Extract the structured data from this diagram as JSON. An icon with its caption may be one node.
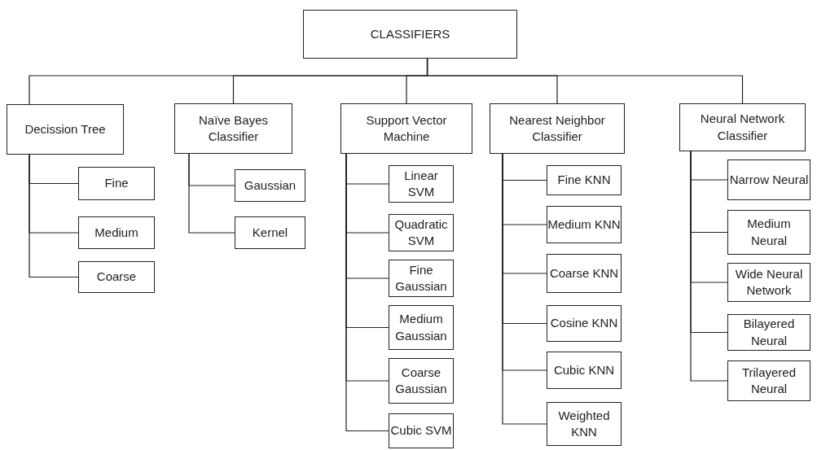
{
  "diagram": {
    "nodes": [
      {
        "text": [
          "CLASSIFIERS"
        ]
      },
      {
        "text": [
          "Decission Tree"
        ]
      },
      {
        "text": [
          "Naïve Bayes Classifier"
        ]
      },
      {
        "text": [
          "Support Vector Machine"
        ]
      },
      {
        "text": [
          "Nearest Neighbor Classifier"
        ]
      },
      {
        "text": [
          "Neural Network Classifier"
        ]
      },
      {
        "text": [
          "Fine"
        ]
      },
      {
        "text": [
          "Medium"
        ]
      },
      {
        "text": [
          "Coarse"
        ]
      },
      {
        "text": [
          "Gaussian"
        ]
      },
      {
        "text": [
          "Kernel"
        ]
      },
      {
        "text": [
          "Linear SVM"
        ]
      },
      {
        "text": [
          "Quadratic SVM"
        ]
      },
      {
        "text": [
          "Fine Gaussian"
        ]
      },
      {
        "text": [
          "Medium Gaussian"
        ]
      },
      {
        "text": [
          "Coarse Gaussian"
        ]
      },
      {
        "text": [
          "Cubic SVM"
        ]
      },
      {
        "text": [
          "Fine KNN"
        ]
      },
      {
        "text": [
          "Medium KNN"
        ]
      },
      {
        "text": [
          "Coarse KNN"
        ]
      },
      {
        "text": [
          "Cosine KNN"
        ]
      },
      {
        "text": [
          "Cubic KNN"
        ]
      },
      {
        "text": [
          "Weighted KNN"
        ]
      },
      {
        "text": [
          "Narrow Neural"
        ]
      },
      {
        "text": [
          "Medium Neural"
        ]
      },
      {
        "text": [
          "Wide Neural Network"
        ]
      },
      {
        "text": [
          "Bilayered Neural"
        ]
      },
      {
        "text": [
          "Trilayered Neural"
        ]
      }
    ],
    "edges": [
      {
        "from": 0,
        "to": 1,
        "arrow": "none"
      },
      {
        "from": 0,
        "to": 2,
        "arrow": "none"
      },
      {
        "from": 0,
        "to": 3,
        "arrow": "none"
      },
      {
        "from": 0,
        "to": 4,
        "arrow": "none"
      },
      {
        "from": 0,
        "to": 5,
        "arrow": "none"
      },
      {
        "from": 1,
        "to": 6,
        "arrow": "none"
      },
      {
        "from": 1,
        "to": 7,
        "arrow": "none"
      },
      {
        "from": 1,
        "to": 8,
        "arrow": "none"
      },
      {
        "from": 2,
        "to": 9,
        "arrow": "none"
      },
      {
        "from": 2,
        "to": 10,
        "arrow": "none"
      },
      {
        "from": 3,
        "to": 11,
        "arrow": "none"
      },
      {
        "from": 3,
        "to": 12,
        "arrow": "none"
      },
      {
        "from": 3,
        "to": 13,
        "arrow": "none"
      },
      {
        "from": 3,
        "to": 14,
        "arrow": "none"
      },
      {
        "from": 3,
        "to": 15,
        "arrow": "none"
      },
      {
        "from": 3,
        "to": 16,
        "arrow": "none"
      },
      {
        "from": 4,
        "to": 17,
        "arrow": "none"
      },
      {
        "from": 4,
        "to": 18,
        "arrow": "none"
      },
      {
        "from": 4,
        "to": 19,
        "arrow": "none"
      },
      {
        "from": 4,
        "to": 20,
        "arrow": "none"
      },
      {
        "from": 4,
        "to": 21,
        "arrow": "none"
      },
      {
        "from": 4,
        "to": 22,
        "arrow": "none"
      },
      {
        "from": 5,
        "to": 23,
        "arrow": "none"
      },
      {
        "from": 5,
        "to": 24,
        "arrow": "none"
      },
      {
        "from": 5,
        "to": 25,
        "arrow": "none"
      },
      {
        "from": 5,
        "to": 26,
        "arrow": "none"
      },
      {
        "from": 5,
        "to": 27,
        "arrow": "none"
      }
    ]
  }
}
